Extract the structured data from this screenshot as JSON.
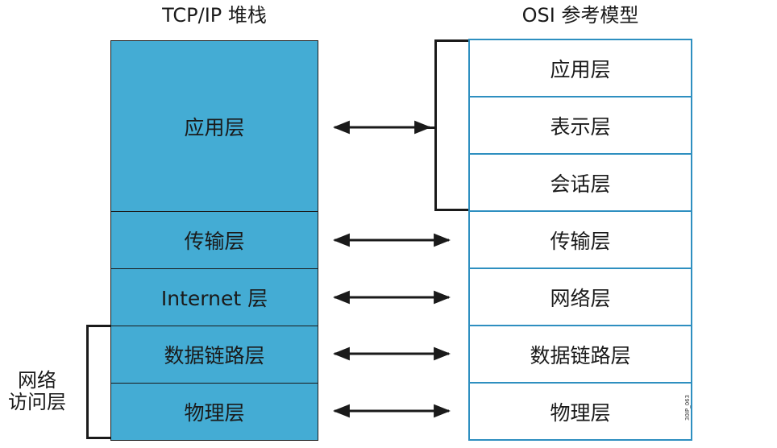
{
  "tcp_title": "TCP/IP 堆栈",
  "osi_title": "OSI 参考模型",
  "tcp_layers": [
    "应用层",
    "传输层",
    "Internet 层",
    "数据链路层",
    "物理层"
  ],
  "osi_layers": [
    "应用层",
    "表示层",
    "会话层",
    "传输层",
    "网络层",
    "数据链路层",
    "物理层"
  ],
  "network_access_label": [
    "网络",
    "访问层"
  ],
  "side_note": "30IP_063",
  "colors": {
    "tcp_fill": "#44acd4",
    "osi_border": "#2e8fc0",
    "line": "#1a1a1a"
  }
}
